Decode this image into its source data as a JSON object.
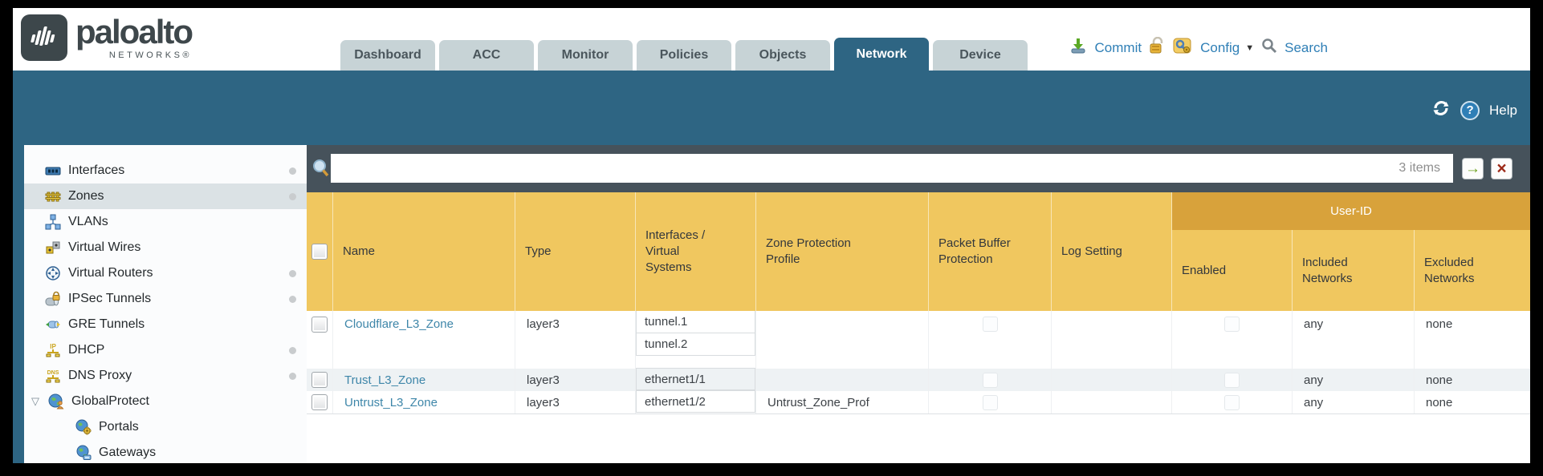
{
  "logo": {
    "brand": "paloalto",
    "sub": "NETWORKS®"
  },
  "tabs": [
    {
      "label": "Dashboard",
      "active": false
    },
    {
      "label": "ACC",
      "active": false
    },
    {
      "label": "Monitor",
      "active": false
    },
    {
      "label": "Policies",
      "active": false
    },
    {
      "label": "Objects",
      "active": false
    },
    {
      "label": "Network",
      "active": true
    },
    {
      "label": "Device",
      "active": false
    }
  ],
  "top_actions": {
    "commit": "Commit",
    "config": "Config",
    "search": "Search"
  },
  "band": {
    "help": "Help"
  },
  "sidebar": {
    "items": [
      {
        "label": "Interfaces",
        "dot": true
      },
      {
        "label": "Zones",
        "dot": true,
        "selected": true
      },
      {
        "label": "VLANs"
      },
      {
        "label": "Virtual Wires"
      },
      {
        "label": "Virtual Routers",
        "dot": true
      },
      {
        "label": "IPSec Tunnels",
        "dot": true
      },
      {
        "label": "GRE Tunnels"
      },
      {
        "label": "DHCP",
        "dot": true
      },
      {
        "label": "DNS Proxy",
        "dot": true
      },
      {
        "label": "GlobalProtect",
        "expanded": true
      },
      {
        "label": "Portals",
        "child": true
      },
      {
        "label": "Gateways",
        "child": true
      }
    ]
  },
  "filter": {
    "count": "3 items"
  },
  "table": {
    "group_header": "User-ID",
    "columns": [
      "Name",
      "Type",
      "Interfaces / Virtual Systems",
      "Zone Protection Profile",
      "Packet Buffer Protection",
      "Log Setting",
      "Enabled",
      "Included Networks",
      "Excluded Networks"
    ],
    "rows": [
      {
        "name": "Cloudflare_L3_Zone",
        "type": "layer3",
        "interfaces": [
          "tunnel.1",
          "tunnel.2"
        ],
        "zone_protection_profile": "",
        "log_setting": "",
        "included_networks": "any",
        "excluded_networks": "none"
      },
      {
        "name": "Trust_L3_Zone",
        "type": "layer3",
        "interfaces": [
          "ethernet1/1"
        ],
        "zone_protection_profile": "",
        "log_setting": "",
        "included_networks": "any",
        "excluded_networks": "none"
      },
      {
        "name": "Untrust_L3_Zone",
        "type": "layer3",
        "interfaces": [
          "ethernet1/2"
        ],
        "zone_protection_profile": "Untrust_Zone_Prof",
        "log_setting": "",
        "included_networks": "any",
        "excluded_networks": "none"
      }
    ]
  },
  "icons": {
    "expander": "▽",
    "caret": "▼",
    "arrow": "→",
    "close": "×",
    "help": "?"
  },
  "colors": {
    "teal": "#2e6583",
    "header_amber": "#f0c75f",
    "group_amber": "#d8a23b",
    "link": "#3e86a9",
    "filter_strip": "#46525b"
  }
}
